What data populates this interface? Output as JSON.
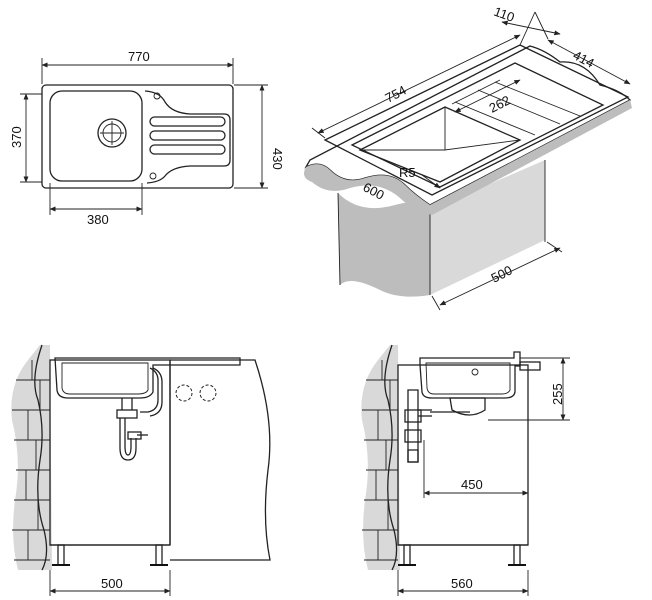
{
  "top_view": {
    "width_label": "770",
    "height_left_label": "370",
    "height_right_label": "430",
    "bowl_label": "380"
  },
  "perspective_view": {
    "label_110": "110",
    "label_414": "414",
    "label_754": "754",
    "label_262": "262",
    "label_r5": "R5",
    "label_600": "600",
    "label_500": "500"
  },
  "front_view": {
    "cabinet_label": "500"
  },
  "side_view": {
    "height_label": "255",
    "drain_label": "450",
    "cabinet_label": "560"
  },
  "colors": {
    "line": "#222222",
    "shade": "#bdbdbd",
    "background": "#ffffff"
  }
}
